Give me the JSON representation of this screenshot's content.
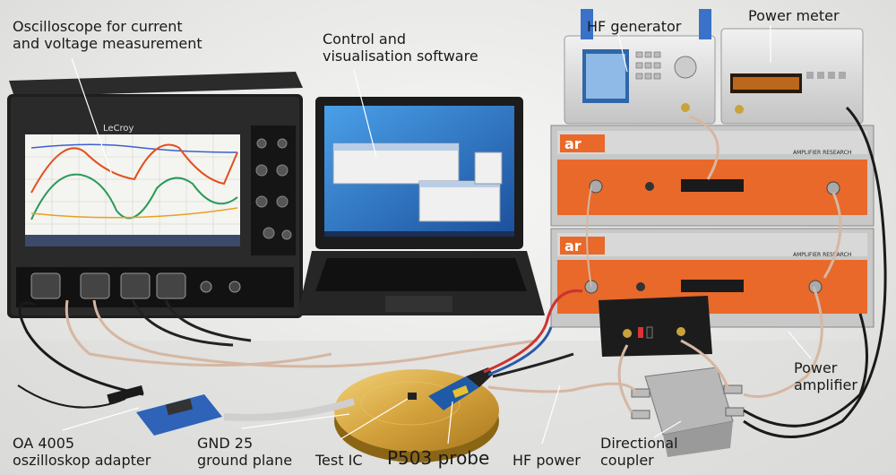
{
  "labels": {
    "oscilloscope": {
      "line1": "Oscilloscope for current",
      "line2": "and voltage measurement"
    },
    "software": {
      "line1": "Control and",
      "line2": "visualisation software"
    },
    "hf_generator": "HF generator",
    "power_meter": "Power meter",
    "power_amplifier": {
      "line1": "Power",
      "line2": "amplifier"
    },
    "adapter": {
      "line1": "OA 4005",
      "line2": "oszilloskop adapter"
    },
    "ground_plane": {
      "line1": "GND 25",
      "line2": "ground plane"
    },
    "test_ic": "Test IC",
    "probe": "P503 probe",
    "hf_power": "HF power",
    "coupler": {
      "line1": "Directional",
      "line2": "coupler"
    }
  },
  "device_markings": {
    "scope_brand": "LeCroy",
    "amp_brand": "AMPLIFIER RESEARCH",
    "amp_logo": "ar"
  },
  "colors": {
    "amp_orange": "#e8692a",
    "trace_red": "#e0501e",
    "trace_green": "#2a9a5a",
    "trace_blue": "#3c5fd0",
    "trace_orange": "#e8a020",
    "gold_plane": "#d9ad45",
    "laptop_screen": "#2f6fc4"
  }
}
